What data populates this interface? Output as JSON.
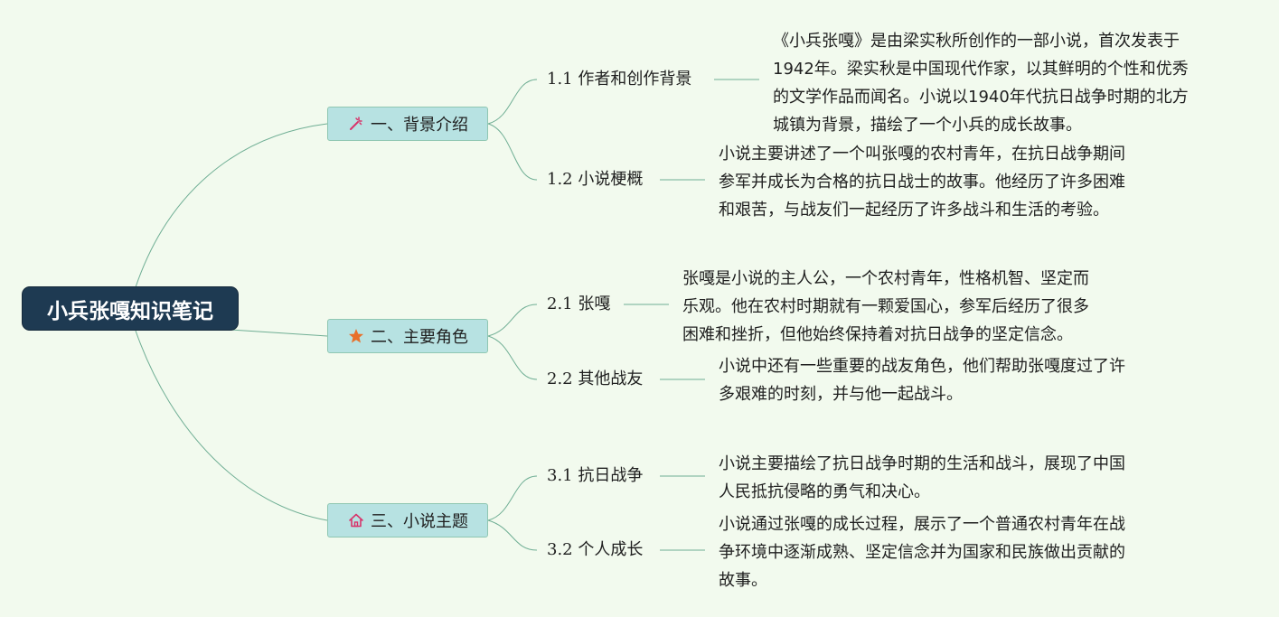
{
  "root": {
    "title": "小兵张嘎知识笔记"
  },
  "sections": [
    {
      "title": "一、背景介绍",
      "icon": "magic-wand-icon",
      "icon_color": "#d8336a",
      "items": [
        {
          "label": "1.1 作者和创作背景",
          "text": "《小兵张嘎》是由梁实秋所创作的一部小说，首次发表于\n1942年。梁实秋是中国现代作家，以其鲜明的个性和优秀\n的文学作品而闻名。小说以1940年代抗日战争时期的北方\n城镇为背景，描绘了一个小兵的成长故事。"
        },
        {
          "label": "1.2 小说梗概",
          "text": "小说主要讲述了一个叫张嘎的农村青年，在抗日战争期间\n参军并成长为合格的抗日战士的故事。他经历了许多困难\n和艰苦，与战友们一起经历了许多战斗和生活的考验。"
        }
      ]
    },
    {
      "title": "二、主要角色",
      "icon": "star-icon",
      "icon_color": "#e8702a",
      "items": [
        {
          "label": "2.1 张嘎",
          "text": "张嘎是小说的主人公，一个农村青年，性格机智、坚定而\n乐观。他在农村时期就有一颗爱国心，参军后经历了很多\n困难和挫折，但他始终保持着对抗日战争的坚定信念。"
        },
        {
          "label": "2.2 其他战友",
          "text": "小说中还有一些重要的战友角色，他们帮助张嘎度过了许\n多艰难的时刻，并与他一起战斗。"
        }
      ]
    },
    {
      "title": "三、小说主题",
      "icon": "home-icon",
      "icon_color": "#d8336a",
      "items": [
        {
          "label": "3.1 抗日战争",
          "text": "小说主要描绘了抗日战争时期的生活和战斗，展现了中国\n人民抵抗侵略的勇气和决心。"
        },
        {
          "label": "3.2 个人成长",
          "text": "小说通过张嘎的成长过程，展示了一个普通农村青年在战\n争环境中逐渐成熟、坚定信念并为国家和民族做出贡献的\n故事。"
        }
      ]
    }
  ],
  "colors": {
    "background": "#f2faee",
    "root_fill": "#1e3a52",
    "section_fill": "#b7e2e2",
    "connector": "#6fae94"
  }
}
